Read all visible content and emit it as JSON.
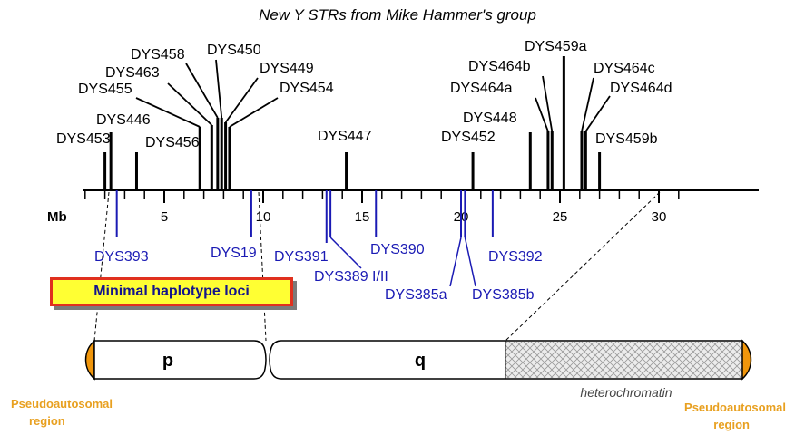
{
  "title": "New Y STRs from Mike Hammer's group",
  "axis": {
    "unit_label": "Mb",
    "ticks": [
      "5",
      "10",
      "15",
      "20",
      "25",
      "30"
    ]
  },
  "new_strs": [
    {
      "label": "DYS453",
      "mb": 2.0
    },
    {
      "label": "DYS446",
      "mb": 2.3
    },
    {
      "label": "DYS456",
      "mb": 3.6
    },
    {
      "label": "DYS455",
      "mb": 6.8
    },
    {
      "label": "DYS463",
      "mb": 7.4
    },
    {
      "label": "DYS458",
      "mb": 7.7
    },
    {
      "label": "DYS450",
      "mb": 7.9
    },
    {
      "label": "DYS449",
      "mb": 8.1
    },
    {
      "label": "DYS454",
      "mb": 8.3
    },
    {
      "label": "DYS447",
      "mb": 14.2
    },
    {
      "label": "DYS452",
      "mb": 20.6
    },
    {
      "label": "DYS448",
      "mb": 23.5
    },
    {
      "label": "DYS464a",
      "mb": 24.4
    },
    {
      "label": "DYS464b",
      "mb": 24.6
    },
    {
      "label": "DYS459a",
      "mb": 25.2
    },
    {
      "label": "DYS464c",
      "mb": 26.1
    },
    {
      "label": "DYS464d",
      "mb": 26.3
    },
    {
      "label": "DYS459b",
      "mb": 27.0
    }
  ],
  "minimal_haplotype": {
    "box_label": "Minimal haplotype loci",
    "loci": [
      {
        "label": "DYS393",
        "mb": 2.6
      },
      {
        "label": "DYS19",
        "mb": 9.4
      },
      {
        "label": "DYS391",
        "mb": 13.2
      },
      {
        "label": "DYS389 I/II",
        "mb": 13.4
      },
      {
        "label": "DYS390",
        "mb": 15.7
      },
      {
        "label": "DYS385a",
        "mb": 20.0
      },
      {
        "label": "DYS385b",
        "mb": 20.2
      },
      {
        "label": "DYS392",
        "mb": 21.6
      }
    ]
  },
  "chromosome": {
    "arm_p": "p",
    "arm_q": "q",
    "heterochromatin": "heterochromatin",
    "par_left": [
      "Pseudoautosomal",
      "region"
    ],
    "par_right": [
      "Pseudoautosomal",
      "region"
    ]
  },
  "colors": {
    "new_str_lines": "#000000",
    "minimal_loci": "#1a1ab4",
    "minimal_box_fill": "#ffff33",
    "minimal_box_border": "#e0301e",
    "pseudoautosomal": "#f0960c",
    "pseudoautosomal_text": "#e8a020"
  }
}
